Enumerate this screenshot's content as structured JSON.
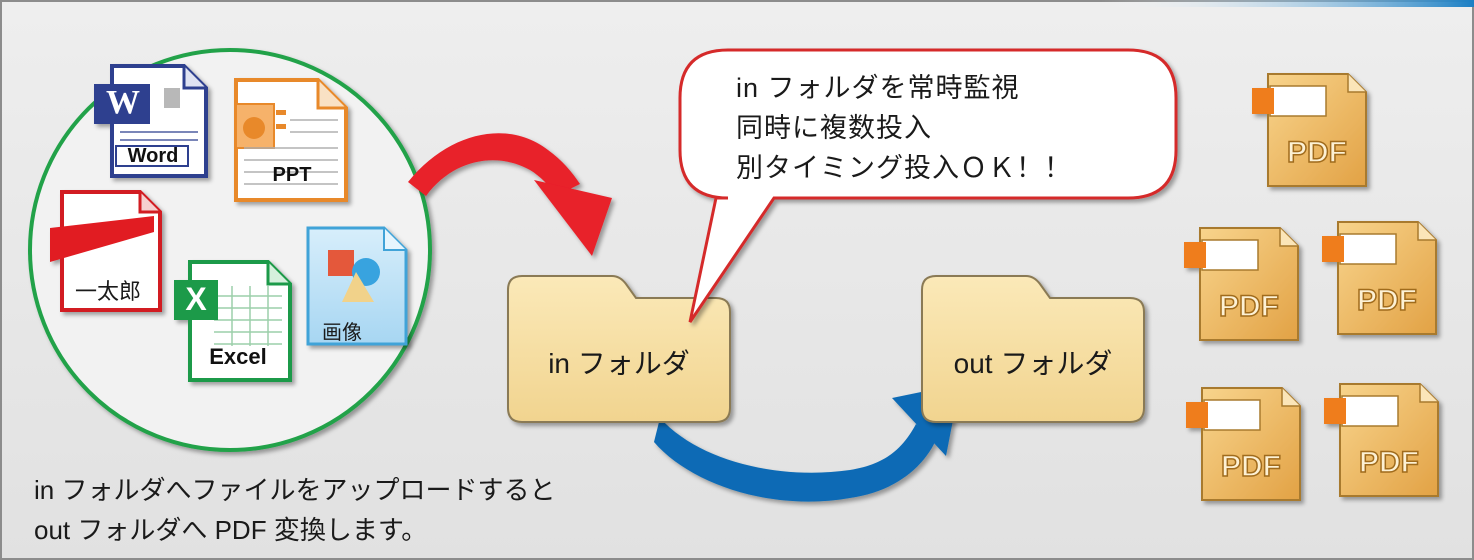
{
  "source_files": {
    "word_label": "Word",
    "ppt_label": "PPT",
    "ichitaro_label": "一太郎",
    "excel_label": "Excel",
    "image_label": "画像",
    "word_glyph": "W",
    "excel_glyph": "X"
  },
  "in_folder_label": "in フォルダ",
  "out_folder_label": "out フォルダ",
  "callout": {
    "line1": "in フォルダを常時監視",
    "line2": "同時に複数投入",
    "line3": "別タイミング投入ＯＫ！！"
  },
  "caption": {
    "line1": "in フォルダへファイルをアップロードすると",
    "line2": "out フォルダへ PDF 変換します。"
  },
  "pdf_icon_label": "PDF",
  "colors": {
    "upload_arrow": "#e8202a",
    "convert_arrow": "#0a6bb5",
    "circle_border": "#22a24a",
    "folder_fill": "#f6dea0",
    "callout_border": "#d52b2b",
    "header_band": "#1b7fc4",
    "word_blue": "#2e3f8f",
    "excel_green": "#1f9a48",
    "ichitaro_red": "#d21c24",
    "ppt_orange": "#e8892b",
    "image_blue": "#3fa3d8"
  }
}
